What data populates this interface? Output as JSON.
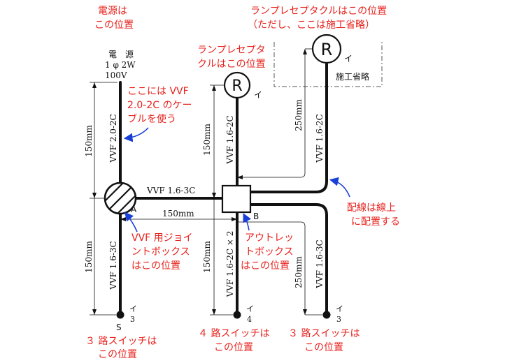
{
  "notes": {
    "power_source": [
      "電源は",
      "この位置"
    ],
    "cable_2c": [
      "ここには VVF",
      "2.0-2C のケー",
      "ブルを使う"
    ],
    "lamp_near": [
      "ランプレセプタ",
      "クルはこの位置"
    ],
    "lamp_far": [
      "ランプレセプタクルはこの位置",
      "（ただし、ここは施工省略）"
    ],
    "wiring_on_line": [
      "配線は線上",
      "に配置する"
    ],
    "joint_box": [
      "VVF 用ジョイ",
      "ントボックス",
      "はこの位置"
    ],
    "outlet_box": [
      "アウトレッ",
      "トボックス",
      "はこの位置"
    ],
    "switch_3way_left": [
      "３ 路スイッチは",
      "この位置"
    ],
    "switch_4way": [
      "４ 路スイッチは",
      "この位置"
    ],
    "switch_3way_right": [
      "３ 路スイッチは",
      "この位置"
    ]
  },
  "labels": {
    "source": [
      "電　源",
      "1 φ 2W",
      "100V"
    ],
    "omitted": "施工省略",
    "lamp_symbol": "R",
    "lamp_tag": "イ",
    "box_a": "A",
    "box_b": "B",
    "switch_s": "S",
    "switch_left_tag": [
      "イ",
      "3"
    ],
    "switch_mid_tag": [
      "イ",
      "4"
    ],
    "switch_right_tag": [
      "イ",
      "3"
    ]
  },
  "cables": {
    "source_cable": "VVF 2.0-2C",
    "left_down": "VVF 1.6-3C",
    "a_to_b": "VVF 1.6-3C",
    "b_up": "VVF 1.6-2C",
    "b_down": "VVF 1.6-2C × 2",
    "right_up": "VVF 1.6-2C",
    "right_down": "VVF 1.6-3C"
  },
  "dimensions": {
    "left_upper": "150mm",
    "left_lower": "150mm",
    "a_b": "150mm",
    "mid_upper": "150mm",
    "mid_lower": "150mm",
    "right_upper": "250mm",
    "right_lower": "250mm"
  }
}
